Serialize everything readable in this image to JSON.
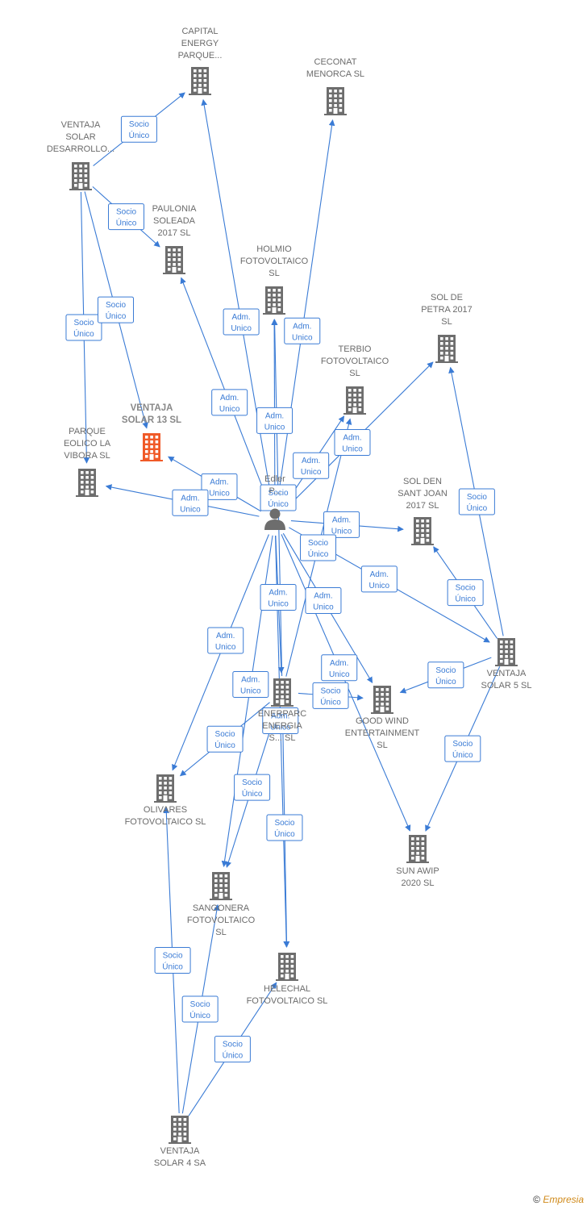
{
  "colors": {
    "edge": "#3a7bd5",
    "building": "#6d6d6d",
    "highlight": "#f05a28",
    "person": "#6d6d6d"
  },
  "nodes": [
    {
      "id": "capital",
      "kind": "building",
      "label": [
        "CAPITAL",
        "ENERGY",
        "PARQUE..."
      ]
    },
    {
      "id": "ceconat",
      "kind": "building",
      "label": [
        "CECONAT",
        "MENORCA SL"
      ]
    },
    {
      "id": "ventaja_dev",
      "kind": "building",
      "label": [
        "VENTAJA",
        "SOLAR",
        "DESARROLLO..."
      ]
    },
    {
      "id": "paulonia",
      "kind": "building",
      "label": [
        "PAULONIA",
        "SOLEADA",
        "2017  SL"
      ]
    },
    {
      "id": "holmio",
      "kind": "building",
      "label": [
        "HOLMIO",
        "FOTOVOLTAICO",
        "SL"
      ]
    },
    {
      "id": "soldepetra",
      "kind": "building",
      "label": [
        "SOL DE",
        "PETRA 2017",
        "SL"
      ]
    },
    {
      "id": "terbio",
      "kind": "building",
      "label": [
        "TERBIO",
        "FOTOVOLTAICO",
        "SL"
      ]
    },
    {
      "id": "ventaja13",
      "kind": "building",
      "highlight": true,
      "label": [
        "VENTAJA",
        "SOLAR 13  SL"
      ]
    },
    {
      "id": "parque",
      "kind": "building",
      "label": [
        "PARQUE",
        "EOLICO LA",
        "VIBORA  SL"
      ]
    },
    {
      "id": "person",
      "kind": "person",
      "label": [
        "Edler",
        "P..."
      ]
    },
    {
      "id": "solden",
      "kind": "building",
      "label": [
        "SOL DEN",
        "SANT JOAN",
        "2017  SL"
      ]
    },
    {
      "id": "ventaja5",
      "kind": "building",
      "label": [
        "VENTAJA",
        "SOLAR 5  SL"
      ]
    },
    {
      "id": "enerparc",
      "kind": "building",
      "label": [
        "ENERPARC",
        "ENERGIA",
        "S... SL"
      ]
    },
    {
      "id": "goodwind",
      "kind": "building",
      "label": [
        "GOOD WIND",
        "ENTERTAINMENT",
        "SL"
      ]
    },
    {
      "id": "olivares",
      "kind": "building",
      "label": [
        "OLIVARES",
        "FOTOVOLTAICO SL"
      ]
    },
    {
      "id": "sunawip",
      "kind": "building",
      "label": [
        "SUN AWIP",
        "2020  SL"
      ]
    },
    {
      "id": "sangonera",
      "kind": "building",
      "label": [
        "SANGONERA",
        "FOTOVOLTAICO",
        "SL"
      ]
    },
    {
      "id": "helechal",
      "kind": "building",
      "label": [
        "HELECHAL",
        "FOTOVOLTAICO SL"
      ]
    },
    {
      "id": "ventaja4",
      "kind": "building",
      "label": [
        "VENTAJA",
        "SOLAR 4 SA"
      ]
    }
  ],
  "edges": [
    {
      "from": "ventaja_dev",
      "to": "capital",
      "label": [
        "Socio",
        "Único"
      ]
    },
    {
      "from": "ventaja_dev",
      "to": "paulonia",
      "label": [
        "Socio",
        "Único"
      ]
    },
    {
      "from": "ventaja_dev",
      "to": "parque",
      "label": [
        "Socio",
        "Único"
      ]
    },
    {
      "from": "ventaja_dev",
      "to": "ventaja13",
      "label": [
        "Socio",
        "Único"
      ]
    },
    {
      "from": "person",
      "to": "capital",
      "label": [
        "Adm.",
        "Unico"
      ]
    },
    {
      "from": "person",
      "to": "ceconat",
      "label": [
        "Adm.",
        "Unico"
      ]
    },
    {
      "from": "person",
      "to": "paulonia",
      "label": [
        "Adm.",
        "Unico"
      ]
    },
    {
      "from": "person",
      "to": "holmio",
      "label": [
        "Adm.",
        "Unico"
      ]
    },
    {
      "from": "person",
      "to": "terbio",
      "label": [
        "Adm.",
        "Unico"
      ]
    },
    {
      "from": "person",
      "to": "soldepetra",
      "label": [
        "Adm.",
        "Unico"
      ]
    },
    {
      "from": "person",
      "to": "ventaja13",
      "label": [
        "Adm.",
        "Unico"
      ]
    },
    {
      "from": "person",
      "to": "parque",
      "label": [
        "Adm.",
        "Unico"
      ]
    },
    {
      "from": "person",
      "to": "solden",
      "label": [
        "Adm.",
        "Unico"
      ]
    },
    {
      "from": "person",
      "to": "enerparc",
      "label": [
        "Adm.",
        "Unico"
      ]
    },
    {
      "from": "person",
      "to": "goodwind",
      "label": [
        "Adm.",
        "Unico"
      ]
    },
    {
      "from": "person",
      "to": "olivares",
      "label": [
        "Adm.",
        "Unico"
      ]
    },
    {
      "from": "person",
      "to": "sangonera",
      "label": [
        "Adm.",
        "Unico"
      ]
    },
    {
      "from": "person",
      "to": "sunawip",
      "label": [
        "Adm.",
        "Unico"
      ]
    },
    {
      "from": "person",
      "to": "ventaja5",
      "label": [
        "Adm.",
        "Unico"
      ]
    },
    {
      "from": "person",
      "to": "helechal",
      "label": [
        "Adm.",
        "Unico"
      ]
    },
    {
      "from": "enerparc",
      "to": "holmio",
      "label": [
        "Socio",
        "Único"
      ]
    },
    {
      "from": "enerparc",
      "to": "terbio",
      "label": [
        "Socio",
        "Único"
      ]
    },
    {
      "from": "enerparc",
      "to": "goodwind",
      "label": [
        "Socio",
        "Único"
      ]
    },
    {
      "from": "enerparc",
      "to": "olivares",
      "label": [
        "Socio",
        "Único"
      ]
    },
    {
      "from": "enerparc",
      "to": "sangonera",
      "label": [
        "Socio",
        "Único"
      ]
    },
    {
      "from": "enerparc",
      "to": "helechal",
      "label": [
        "Socio",
        "Único"
      ]
    },
    {
      "from": "ventaja5",
      "to": "soldepetra",
      "label": [
        "Socio",
        "Único"
      ]
    },
    {
      "from": "ventaja5",
      "to": "solden",
      "label": [
        "Socio",
        "Único"
      ]
    },
    {
      "from": "ventaja5",
      "to": "goodwind",
      "label": [
        "Socio",
        "Único"
      ]
    },
    {
      "from": "ventaja5",
      "to": "sunawip",
      "label": [
        "Socio",
        "Único"
      ]
    },
    {
      "from": "ventaja4",
      "to": "olivares",
      "label": [
        "Socio",
        "Único"
      ]
    },
    {
      "from": "ventaja4",
      "to": "sangonera",
      "label": [
        "Socio",
        "Único"
      ]
    },
    {
      "from": "ventaja4",
      "to": "helechal",
      "label": [
        "Socio",
        "Único"
      ]
    }
  ],
  "footer": {
    "copyright": "©",
    "brand": "Empresia"
  }
}
